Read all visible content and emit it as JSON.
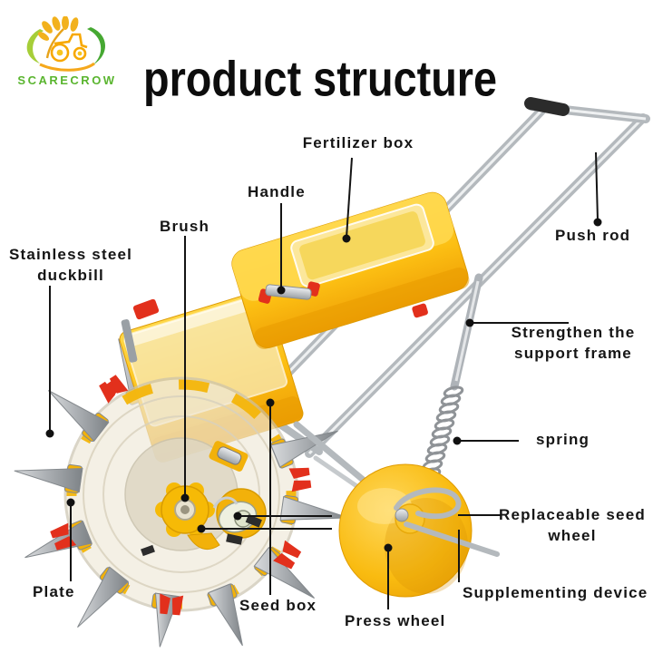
{
  "header": {
    "title": "product structure",
    "brand": "SCARECROW"
  },
  "colors": {
    "brand_green": "#5ab52f",
    "machine_yellow": "#f6b40a",
    "accent_red": "#e2301c",
    "metal_gray": "#b9bec3",
    "label_text": "#151515"
  },
  "labels": {
    "fertilizer_box": "Fertilizer box",
    "handle": "Handle",
    "brush": "Brush",
    "duckbill": "Stainless steel duckbill",
    "push_rod": "Push rod",
    "support_frame": "Strengthen the support frame",
    "spring": "spring",
    "seed_wheel": "Replaceable seed wheel",
    "supplementing": "Supplementing device",
    "seed_box": "Seed box",
    "press_wheel": "Press wheel",
    "plate": "Plate"
  }
}
